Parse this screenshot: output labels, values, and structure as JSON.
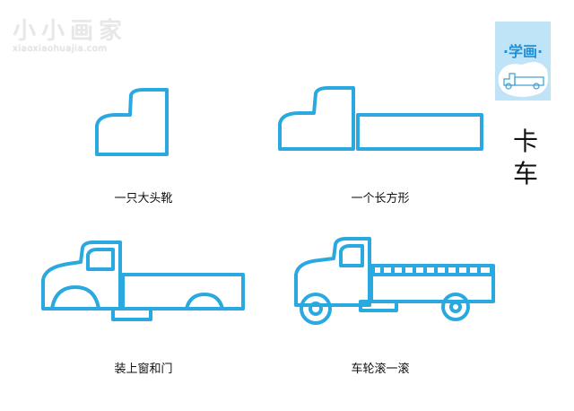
{
  "watermark": {
    "name": "小小画家",
    "url": "xiaoxiaohuajia.com"
  },
  "badge": {
    "label": "·学画·"
  },
  "title": [
    "卡",
    "车"
  ],
  "steps": [
    {
      "label": "一只大头靴"
    },
    {
      "label": "一个长方形"
    },
    {
      "label": "装上窗和门"
    },
    {
      "label": "车轮滚一滚"
    }
  ],
  "colors": {
    "stroke": "#2aa9e0",
    "badge": "#bfe3f7"
  }
}
